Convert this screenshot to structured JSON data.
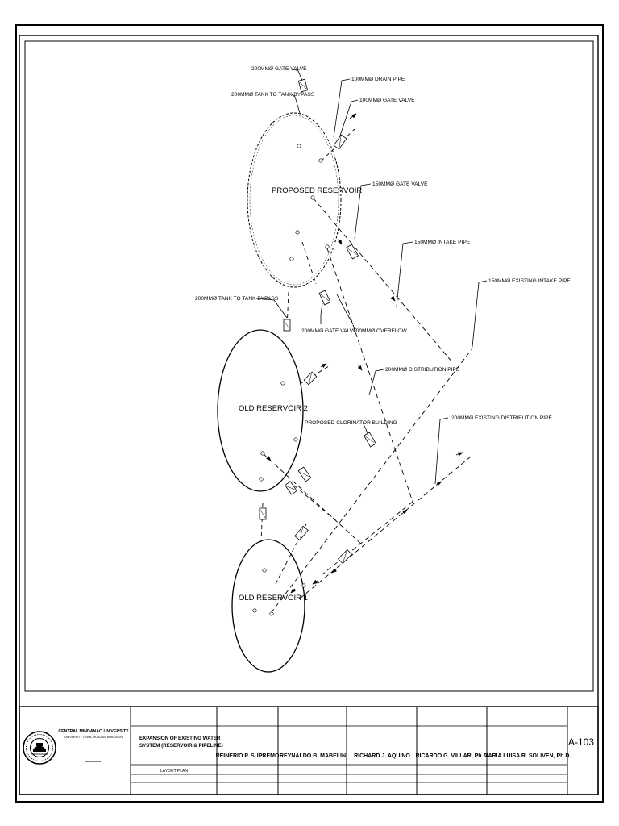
{
  "drawing": {
    "reservoirs": {
      "proposed": "PROPOSED RESERVOIR",
      "old2": "OLD RESERVOIR 2",
      "old1": "OLD RESERVOIR 1"
    },
    "callouts": {
      "gate_valve_200_top": "200MMØ GATE VALVE",
      "bypass_200_top": "200MMØ TANK TO TANK BYPASS",
      "drain_pipe_100": "100MMØ DRAIN PIPE",
      "gate_valve_100": "100MMØ GATE VALVE",
      "gate_valve_150": "150MMØ GATE VALVE",
      "intake_pipe_150": "150MMØ INTAKE PIPE",
      "existing_intake_150": "150MMØ EXISTING INTAKE PIPE",
      "bypass_200_mid": "200MMØ TANK TO TANK BYPASS",
      "gate_valve_200_mid": "200MMØ GATE VALVE",
      "overflow_100": "100MMØ OVERFLOW",
      "distribution_200": "200MMØ DISTRIBUTION PIPE",
      "chlorinator": "PROPOSED CLORINATOR BUILDING",
      "existing_distribution_200": "200MMØ EXISTING DISTRIBUTION PIPE"
    }
  },
  "title_block": {
    "university": "CENTRAL MINDANAO UNIVERSITY",
    "university_sub": "UNIVERSITY TOWN, MUSUAN, BUKIDNON",
    "project_title_line1": "EXPANSION OF EXISTING WATER",
    "project_title_line2": "SYSTEM (RESERVOIR & PIPELINE)",
    "sheet_content": "LAYOUT PLAN",
    "names": [
      "REINERIO P. SUPREMO",
      "REYNALDO B. MABELIN",
      "RICHARD J. AQUINO",
      "RICARDO G. VILLAR, Ph.D.",
      "MARIA LUISA R. SOLIVEN, Ph.D."
    ],
    "sheet_number": "A-103"
  }
}
